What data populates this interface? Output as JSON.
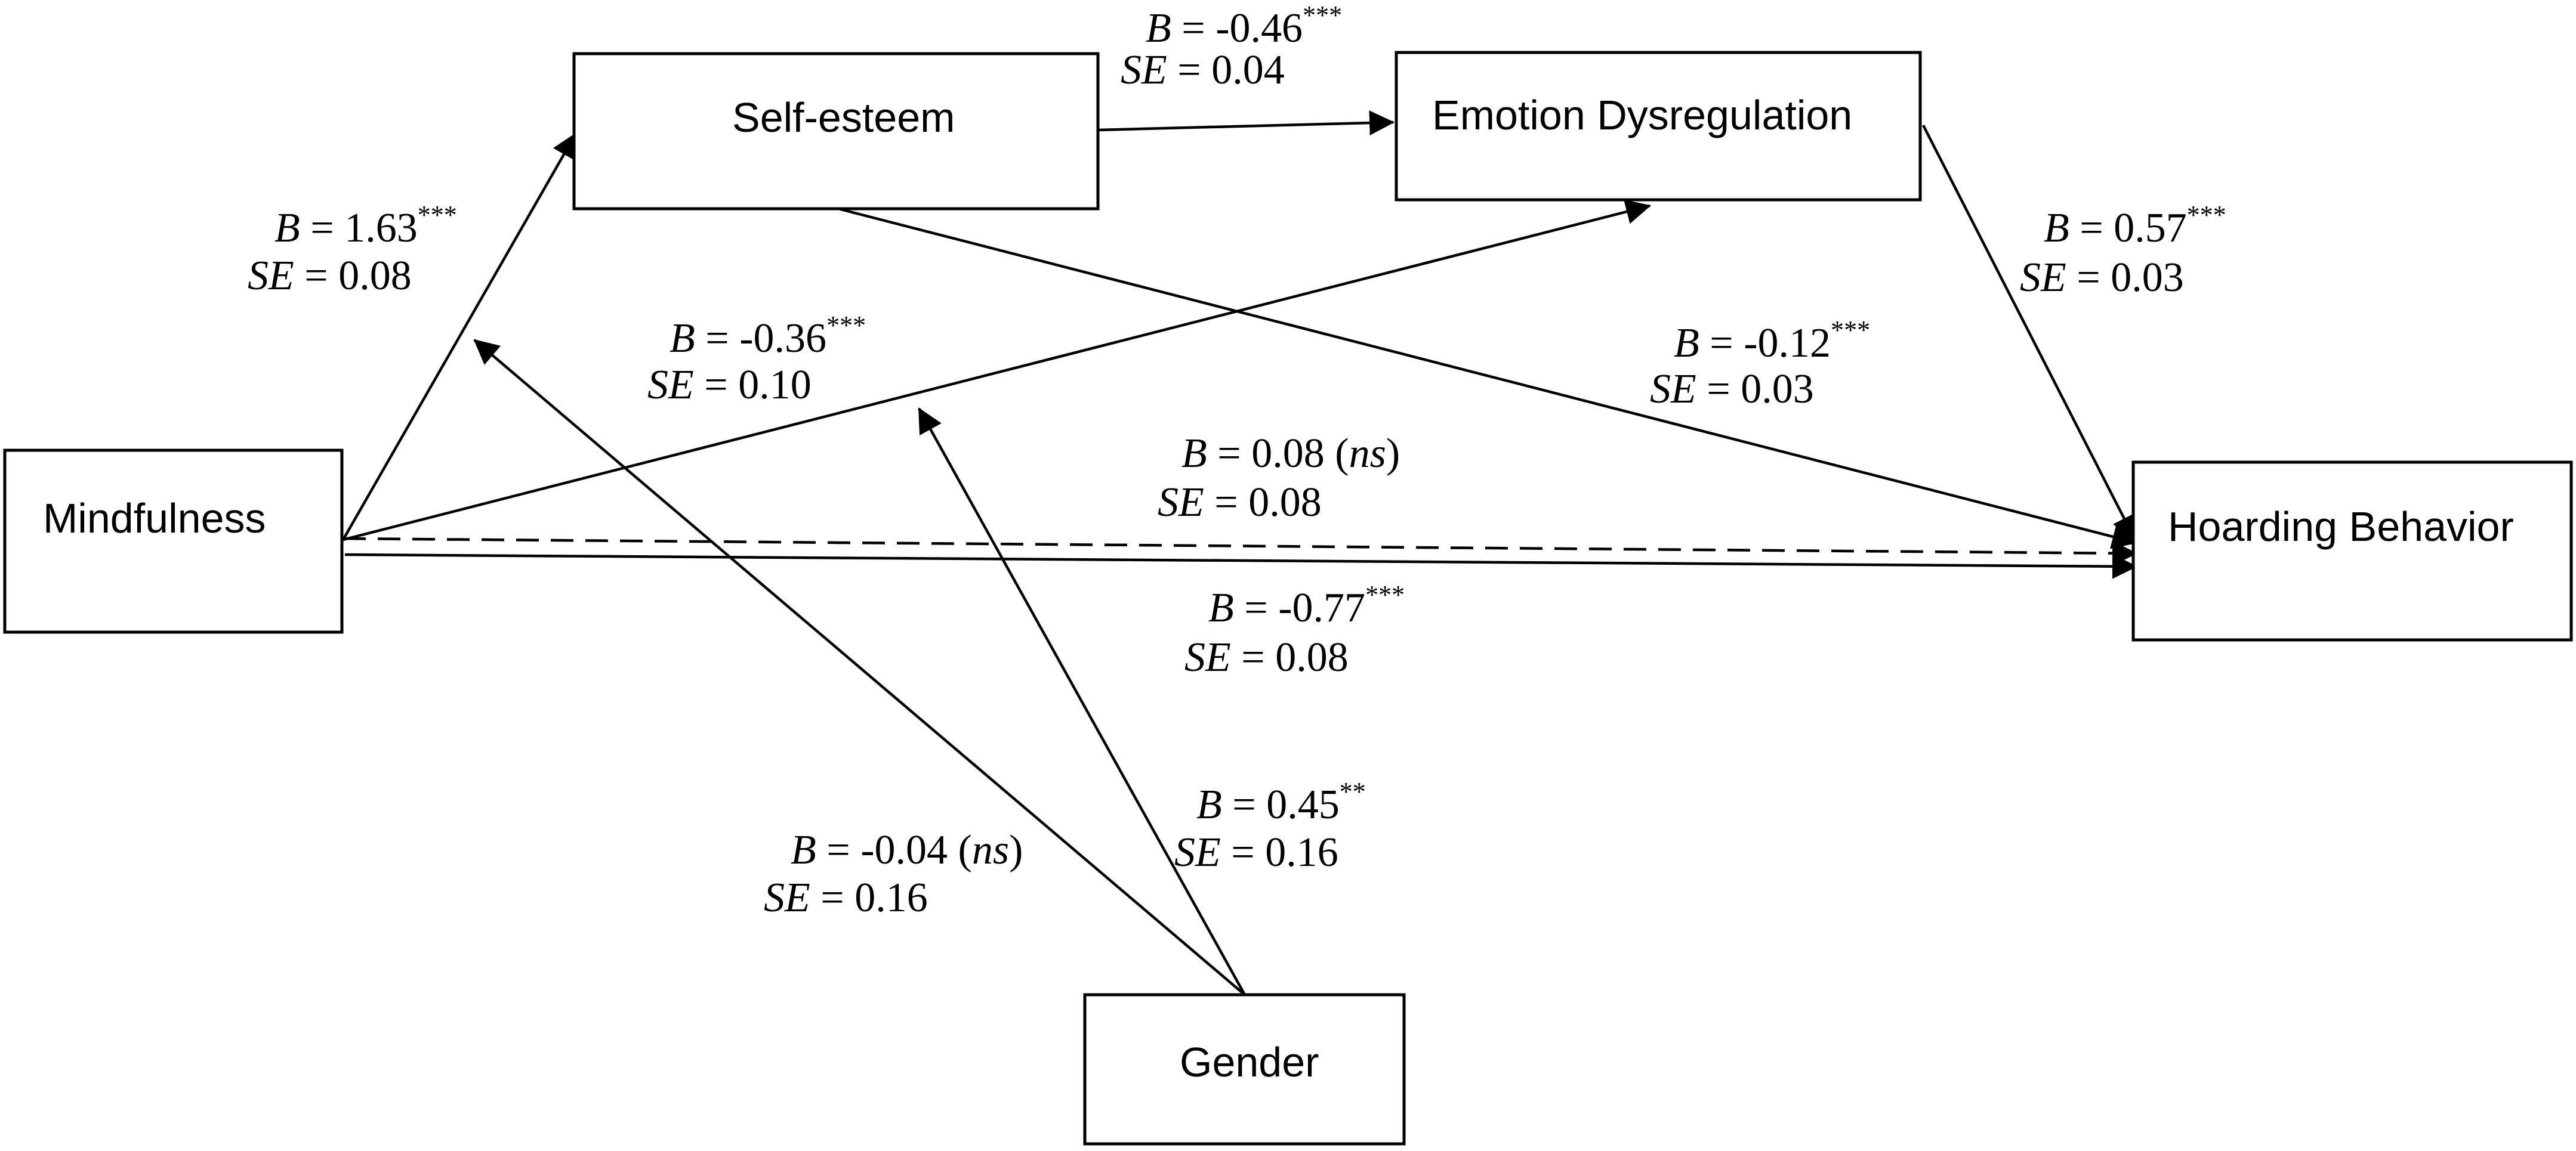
{
  "nodes": {
    "mindfulness": "Mindfulness",
    "self_esteem": "Self-esteem",
    "emotion_dysregulation": "Emotion Dysregulation",
    "hoarding_behavior": "Hoarding Behavior",
    "gender": "Gender"
  },
  "paths": {
    "mindfulness_to_self_esteem": {
      "b_label": "B",
      "b_rest": " = 1.63",
      "sig": "***",
      "se_label": "SE",
      "se_rest": " = 0.08"
    },
    "self_esteem_to_emotion": {
      "b_label": "B",
      "b_rest": " = -0.46",
      "sig": "***",
      "se_label": "SE",
      "se_rest": " = 0.04"
    },
    "mindfulness_to_emotion": {
      "b_label": "B",
      "b_rest": " = -0.36",
      "sig": "***",
      "se_label": "SE",
      "se_rest": " = 0.10"
    },
    "emotion_to_hoarding": {
      "b_label": "B",
      "b_rest": " = 0.57",
      "sig": "***",
      "se_label": "SE",
      "se_rest": " = 0.03"
    },
    "self_esteem_to_hoarding": {
      "b_label": "B",
      "b_rest": " = -0.12",
      "sig": "***",
      "se_label": "SE",
      "se_rest": " = 0.03"
    },
    "mindfulness_to_hoarding_direct": {
      "b_label": "B",
      "b_rest": " = 0.08 (",
      "ns": "ns",
      "close": ")",
      "se_label": "SE",
      "se_rest": " = 0.08"
    },
    "mindfulness_to_hoarding_total": {
      "b_label": "B",
      "b_rest": " = -0.77",
      "sig": "***",
      "se_label": "SE",
      "se_rest": " = 0.08"
    },
    "gender_moderation_self_esteem": {
      "b_label": "B",
      "b_rest": " = -0.04 (",
      "ns": "ns",
      "close": ")",
      "se_label": "SE",
      "se_rest": " = 0.16"
    },
    "gender_moderation_emotion": {
      "b_label": "B",
      "b_rest": " = 0.45",
      "sig": "**",
      "se_label": "SE",
      "se_rest": " = 0.16"
    }
  }
}
